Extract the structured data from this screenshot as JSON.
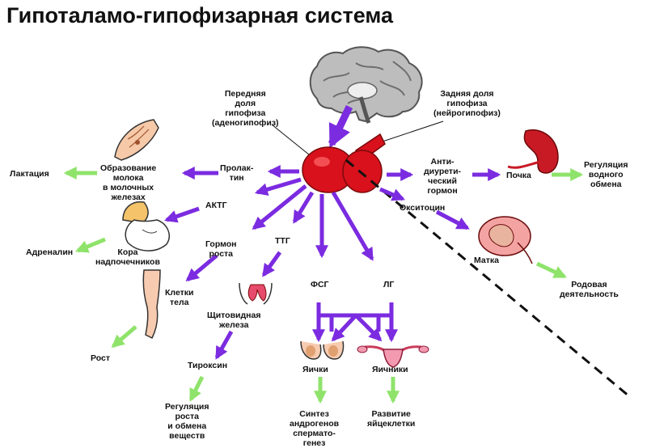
{
  "title": "Гипоталамо-гипофизарная система",
  "colors": {
    "arrow_purple": "#7b2be0",
    "arrow_green": "#8fe36b",
    "pituitary_red": "#d8111d",
    "brain_gray": "#9a9a9a",
    "dashed_line": "#111111"
  },
  "labels": {
    "anterior_lobe": "Передняя\nдоля\nгипофиза\n(аденогипофиз)",
    "posterior_lobe": "Задняя доля\nгипофиза\n(нейрогипофиз)",
    "lactation": "Лактация",
    "milk_formation": "Образование\nмолока\nв молочных\nжелезах",
    "prolactin": "Пролак-\nтин",
    "acth": "АКТГ",
    "adrenaline": "Адреналин",
    "adrenal_cortex": "Кора\nнадпочечников",
    "growth_hormone": "Гормон\nроста",
    "body_cells": "Клетки\nтела",
    "growth": "Рост",
    "tsh": "ТТГ",
    "thyroid": "Щитовидная\nжелеза",
    "thyroxine": "Тироксин",
    "metabolism": "Регуляция\nроста\nи обмена\nвеществ",
    "fsh": "ФСГ",
    "lh": "ЛГ",
    "testes": "Яички",
    "ovaries": "Яичники",
    "spermatogenesis": "Синтез\nандрогенов\nспермато-\nгенез",
    "egg_development": "Развитие\nяйцеклетки",
    "adh": "Анти-\nдиурети-\nческий\nгормон",
    "kidney": "Почка",
    "water_regulation": "Регуляция\nводного\nобмена",
    "oxytocin": "Окситоцин",
    "uterus": "Матка",
    "labor": "Родовая\nдеятельность"
  }
}
